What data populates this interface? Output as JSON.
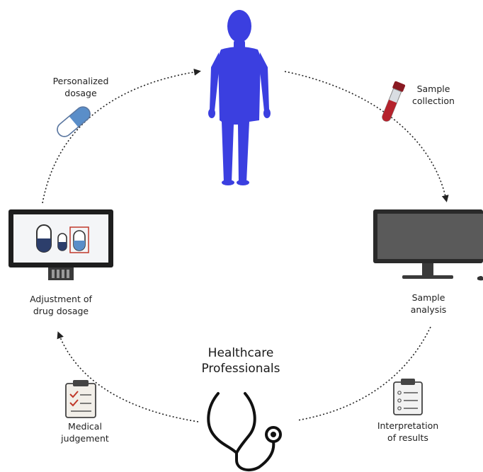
{
  "labels": {
    "personalized_dosage": [
      "Personalized",
      "dosage"
    ],
    "sample_collection": [
      "Sample",
      "collection"
    ],
    "adjustment": [
      "Adjustment of",
      "drug dosage"
    ],
    "sample_analysis": [
      "Sample",
      "analysis"
    ],
    "healthcare": [
      "Healthcare",
      "Professionals"
    ],
    "medical_judgement": [
      "Medical",
      "judgement"
    ],
    "interpretation": [
      "Interpretation",
      "of results"
    ]
  },
  "colors": {
    "patient": "#3b3fe0",
    "monitor_dark": "#1e1e1e",
    "monitor_screen": "#555555",
    "arrow": "#222222",
    "tube_red": "#b5222c",
    "capsule_blue": "#5a8ec9",
    "highlight_red": "#c0392b"
  }
}
